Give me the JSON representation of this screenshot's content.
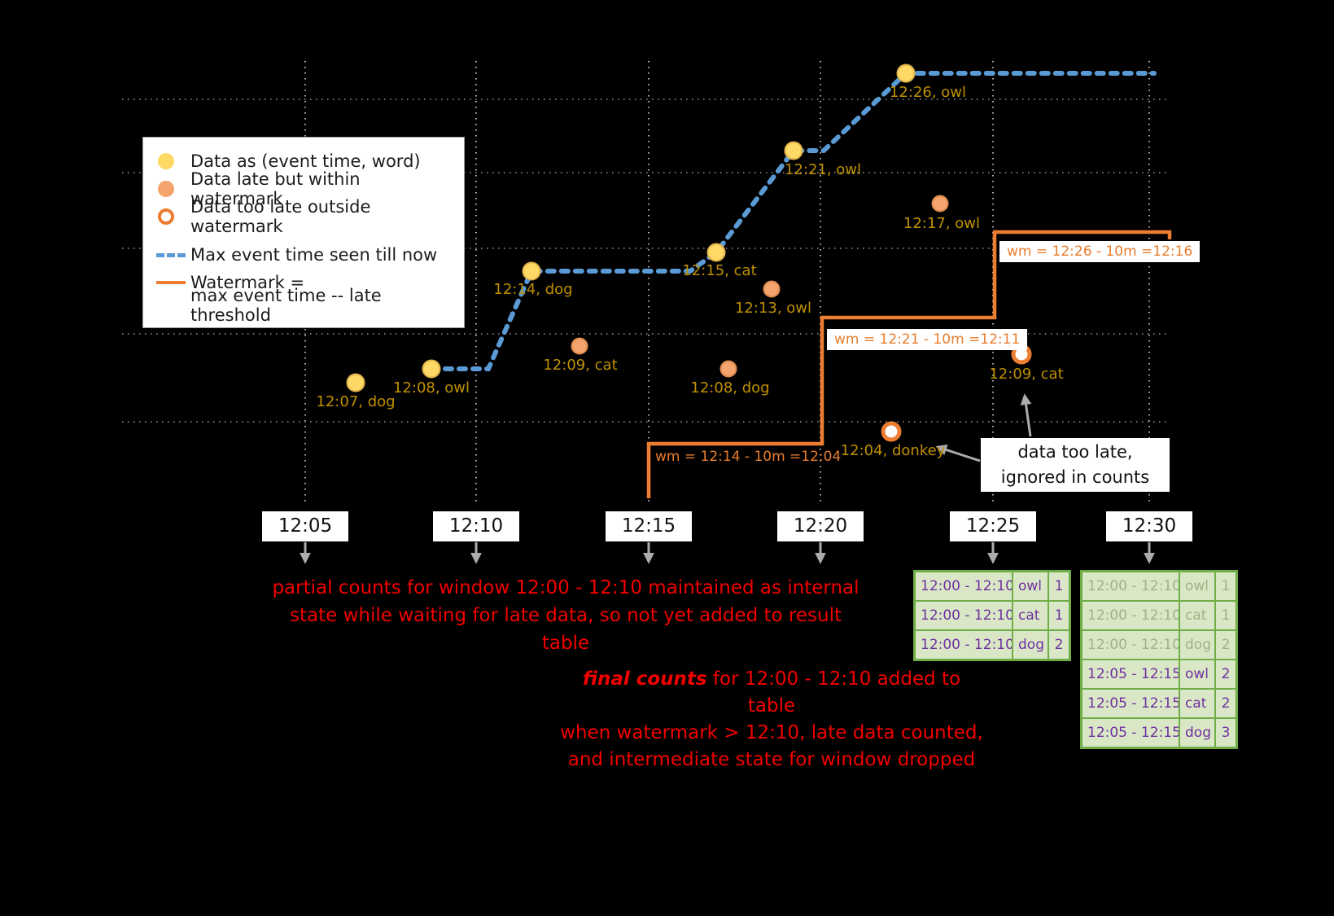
{
  "colors": {
    "background": "#000000",
    "on_time_point": "#FFD966",
    "late_point": "#F4A46C",
    "too_late_ring": "#ED7D31",
    "point_label": "#BF9000",
    "max_event_line": "#5B9BD5",
    "watermark_line": "#ED7D31",
    "red_note": "#F10000",
    "table_border": "#6FAD46",
    "table_bg": "#D9E7C6",
    "table_text": "#7030A0"
  },
  "legend": {
    "item_ontime": "Data as (event time, word)",
    "item_late": "Data late but within watermark",
    "item_toolate": "Data too late outside watermark",
    "item_maxevent": "Max event time seen till now",
    "item_watermark_1": "Watermark =",
    "item_watermark_2": "max event time -- late threshold"
  },
  "axis_ticks": [
    "12:05",
    "12:10",
    "12:15",
    "12:20",
    "12:25",
    "12:30"
  ],
  "points": {
    "ontime": [
      {
        "label": "12:07, dog"
      },
      {
        "label": "12:08, owl"
      },
      {
        "label": "12:14, dog"
      },
      {
        "label": "12:15, cat"
      },
      {
        "label": "12:21, owl"
      },
      {
        "label": "12:26, owl"
      }
    ],
    "late": [
      {
        "label": "12:09, cat"
      },
      {
        "label": "12:08, dog"
      },
      {
        "label": "12:13, owl"
      },
      {
        "label": "12:17, owl"
      }
    ],
    "too_late": [
      {
        "label": "12:04, donkey"
      },
      {
        "label": "12:09, cat"
      }
    ]
  },
  "watermark_labels": [
    "wm = 12:14 - 10m =12:04",
    "wm = 12:21 - 10m =12:11",
    "wm = 12:26 - 10m =12:16"
  ],
  "annotations": {
    "too_late_note_line1": "data too late,",
    "too_late_note_line2": "ignored in counts",
    "partial_note_line1": "partial counts for window 12:00 - 12:10 maintained as internal",
    "partial_note_line2": "state while waiting for late data, so not yet added  to result table",
    "final_note_emph": "final counts",
    "final_note_line1_rest": " for 12:00 - 12:10 added to table",
    "final_note_line2": "when watermark > 12:10, late data counted,",
    "final_note_line3": "and intermediate state for window dropped"
  },
  "tables": {
    "at_1225": {
      "rows": [
        {
          "window": "12:00 - 12:10",
          "word": "owl",
          "count": "1"
        },
        {
          "window": "12:00 - 12:10",
          "word": "cat",
          "count": "1"
        },
        {
          "window": "12:00 - 12:10",
          "word": "dog",
          "count": "2"
        }
      ]
    },
    "at_1230": {
      "rows": [
        {
          "window": "12:00 - 12:10",
          "word": "owl",
          "count": "1"
        },
        {
          "window": "12:00 - 12:10",
          "word": "cat",
          "count": "1"
        },
        {
          "window": "12:00 - 12:10",
          "word": "dog",
          "count": "2"
        },
        {
          "window": "12:05 - 12:15",
          "word": "owl",
          "count": "2"
        },
        {
          "window": "12:05 - 12:15",
          "word": "cat",
          "count": "2"
        },
        {
          "window": "12:05 - 12:15",
          "word": "dog",
          "count": "3"
        }
      ]
    }
  }
}
